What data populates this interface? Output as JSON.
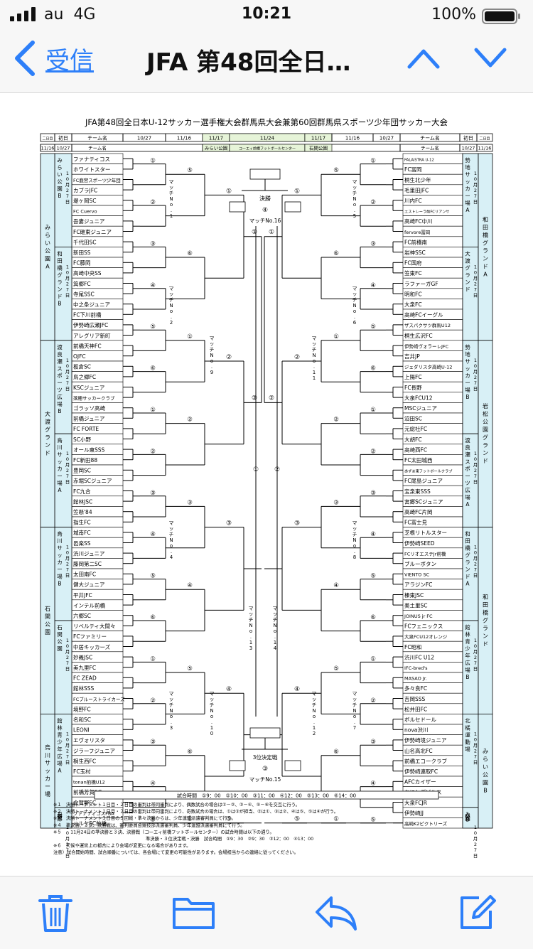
{
  "status": {
    "carrier": "au",
    "network": "4G",
    "time": "10:21",
    "battery": "100%"
  },
  "nav": {
    "back_label": "受信",
    "title": "JFA 第48回全日…"
  },
  "doc": {
    "title": "JFA第48回全日本U-12サッカー選手権大会群馬県大会兼第60回群馬県スポーツ少年団サッカー大会",
    "header_left": [
      "二日目",
      "初日",
      "チーム名",
      "10/27",
      "11/16",
      "11/17",
      "11/24",
      "11/17",
      "11/16",
      "10/27",
      "チーム名",
      "初日",
      "二日目"
    ],
    "header_row2": [
      "11/16",
      "10/27",
      "チーム名",
      "みらい公園",
      "コーエィ前橋フットボールセンター",
      "石関公園",
      "チーム名",
      "10/27",
      "11/16"
    ],
    "left_teams": [
      "ファナティコス",
      "ホワイトスター",
      "FC鹿宮スポーツ少年団",
      "カブラJFC",
      "堤ヶ岡SC",
      "FC Cuervo",
      "吾妻ジュニア",
      "FC碓東ジュニア",
      "千代田SC",
      "新田SS",
      "FC藤岡",
      "高崎中央SS",
      "箕郷FC",
      "寺尾SSC",
      "中之条ジュニア",
      "FC下川前橋",
      "伊勢崎広瀬JFC",
      "アレグリア新町",
      "前橋天神FC",
      "OJFC",
      "板倉SC",
      "鳥之郷FC",
      "KSCジュニア",
      "落穂サッカークラブ",
      "ゴラッソ高崎",
      "前橋ジュニア",
      "FC FORTE",
      "SC小野",
      "オール東SSS",
      "FC新田88",
      "豊岡SC",
      "赤堀SCジュニア",
      "FC九合",
      "館林JSC",
      "笠懸'84",
      "指生FC",
      "城南FC",
      "邑楽SS",
      "渋川ジュニア",
      "藤岡第二SC",
      "太田南FC",
      "健大ジュニア",
      "平井JFC",
      "インテル前橋",
      "六郷SC",
      "リベルティ大間々",
      "FCファミリー",
      "中居キッカーズ",
      "妙義JSC",
      "美九里FC",
      "FC ZEAD",
      "館林SSS",
      "FCブルーストライカーズ",
      "境野FC",
      "名和SC",
      "LEONI",
      "エヴォリスタ",
      "ジラーフジュニア",
      "桐生西FC",
      "FC玉村",
      "tonan前橋U12",
      "前橋芳賀SC",
      "倉賀野FC",
      "ファナティコスFBA",
      "ハルケFC前橋"
    ],
    "right_teams": [
      "PALAISTRA U-12",
      "FC冨岡",
      "桐生北少年",
      "毛里田JFC",
      "川内FC",
      "エストレーラ前FCリアンサ",
      "高崎FC中川",
      "fervore冨岡",
      "FC前橋南",
      "岩神SSC",
      "FC国府",
      "笠東FC",
      "ラファーガGF",
      "明和FC",
      "大泉FC",
      "高崎FCイーグル",
      "ザスパクサツ群馬U12",
      "桐生広沢FC",
      "伊勢崎ヴォラーレJFC",
      "吉井JP",
      "ジェダリスタ高崎U-12",
      "上陽FC",
      "FC長野",
      "大泉FCU12",
      "MSCジュニア",
      "沼田SC",
      "元総社FC",
      "大胡FC",
      "高崎西FC",
      "FC太田城西",
      "あずま東フットボールクラブ",
      "FC尾島ジュニア",
      "宝泉東SSS",
      "宮郷SCジュニア",
      "高崎FC片岡",
      "FC富士見",
      "芝根リトルスター",
      "伊勢崎SEED",
      "FCリオエステJr前橋",
      "ブルーボタン",
      "VIENTO SC",
      "アラジンFC",
      "榛東JSC",
      "美土里SC",
      "JOINUS jr FC",
      "FCフェニックス",
      "大泉FCU12オレンジ",
      "FC昭和",
      "渋川FC U12",
      "IFC-bred's",
      "MASAO Jr.",
      "多々良FC",
      "吉岡SSS",
      "松井田FC",
      "ボルセドール",
      "nova渋川",
      "伊勢崎境ジュニア",
      "山名高北FC",
      "前橋エコークラブ",
      "伊勢崎連取FC",
      "AFCカイザー",
      "おにしデビルス",
      "大泉FCJR",
      "伊勢崎JJ",
      "高崎K2ピクトリーズ"
    ],
    "left_venue_pairs": [
      {
        "outer": "みらい公園A",
        "inner": "みらい公園B",
        "date": "10月27日"
      },
      {
        "outer": "みらい公園A",
        "inner": "和田橋グランドB",
        "date": "10月27日"
      },
      {
        "outer": "大渡グランド",
        "inner": "渡良瀬スポーツ広場B",
        "date": "10月27日"
      },
      {
        "outer": "大渡グランド",
        "inner": "烏川サッカー場A",
        "date": "10月27日"
      },
      {
        "outer": "石関公園",
        "inner": "烏川サッカー場B",
        "date": "10月27日"
      },
      {
        "outer": "石関公園",
        "inner": "石関公園",
        "date": "10月27日"
      },
      {
        "outer": "烏川サッカー場",
        "inner": "館林青少年広場A",
        "date": "10月27日"
      },
      {
        "outer": "烏川サッカー場",
        "inner": "玉村東部",
        "date": "10月27日"
      }
    ],
    "right_venue_pairs": [
      {
        "outer": "和田橋グランドA",
        "inner": "勢地サッカー場A",
        "date": "10月27日"
      },
      {
        "outer": "和田橋グランドA",
        "inner": "大渡グランド",
        "date": "10月27日"
      },
      {
        "outer": "岩松公園グランド",
        "inner": "勢地サッカー場B",
        "date": "10月27日"
      },
      {
        "outer": "岩松公園グランド",
        "inner": "渡良瀬スポーツ広場A",
        "date": "10月27日"
      },
      {
        "outer": "和田橋グランド",
        "inner": "和田橋グランドA",
        "date": "10月27日"
      },
      {
        "outer": "和田橋グランド",
        "inner": "館林青少年広場B",
        "date": "10月27日"
      },
      {
        "outer": "みらい公園B",
        "inner": "北橘運動場",
        "date": "10月27日"
      },
      {
        "outer": "みらい公園B",
        "inner": "みらい公園B",
        "date": "10月27日"
      }
    ],
    "final": {
      "label": "決勝",
      "num": "④",
      "match": "マッチNo.16"
    },
    "third": {
      "label": "3位決定戦",
      "num": "③",
      "match": "マッチNo.15"
    },
    "matches_left": [
      "マッチNo.1",
      "マッチNo.9",
      "マッチNo.2",
      "マッチNo.13",
      "マッチNo.4",
      "マッチNo.10",
      "マッチNo.3"
    ],
    "matches_right": [
      "マッチNo.5",
      "マッチNo.11",
      "マッチNo.6",
      "マッチNo.14",
      "マッチNo.8",
      "マッチNo.12",
      "マッチNo.7"
    ],
    "schedule": "試合時間　①9：00　②10：00　③11：00　④12：00　⑤13：00　⑥14：00",
    "notes": [
      "※１　決勝トーナメント１日目・２日目の審判は帯同審判により、偶数試合の場合は①－②、③－④、⑤－⑥を交互に行う。",
      "※２　決勝トーナメント１日目・２日目の審判は帯同審判により、奇数試合の場合は、①は③が担当、②は①、③は②、④は⑤、⑤は④が行う。",
      "※３　決勝トーナメント３日目の５回戦・準々決勝からは、少年連盟派遣審判員にて行う。",
      "※４　準決勝、３決、決勝戦は、審判委員会競技部派遣審判員、少年連盟派遣審判員にて行う。",
      "※５　　11月24日の準決勝と３決、決勝戦（コーエィ前橋フットボールセンター）の試合時間は以下の通り。",
      "準決勝・３位決定戦・決勝　試合時間　①9：30　②9：30　③12：00　④13：00",
      "※６　天候や運営上の都合により会場が変更になる場合があります。",
      "注意）試合開始時間、試合順番については、各会場にて変更の可能性があります。会場担当からの連絡に従ってください。"
    ]
  },
  "toolbar": {
    "icons": [
      "trash-icon",
      "folder-icon",
      "reply-icon",
      "compose-icon"
    ]
  },
  "colors": {
    "accent": "#2d7ff9",
    "venue_fill": "#d8f0f6",
    "note_red": "#e03030"
  }
}
